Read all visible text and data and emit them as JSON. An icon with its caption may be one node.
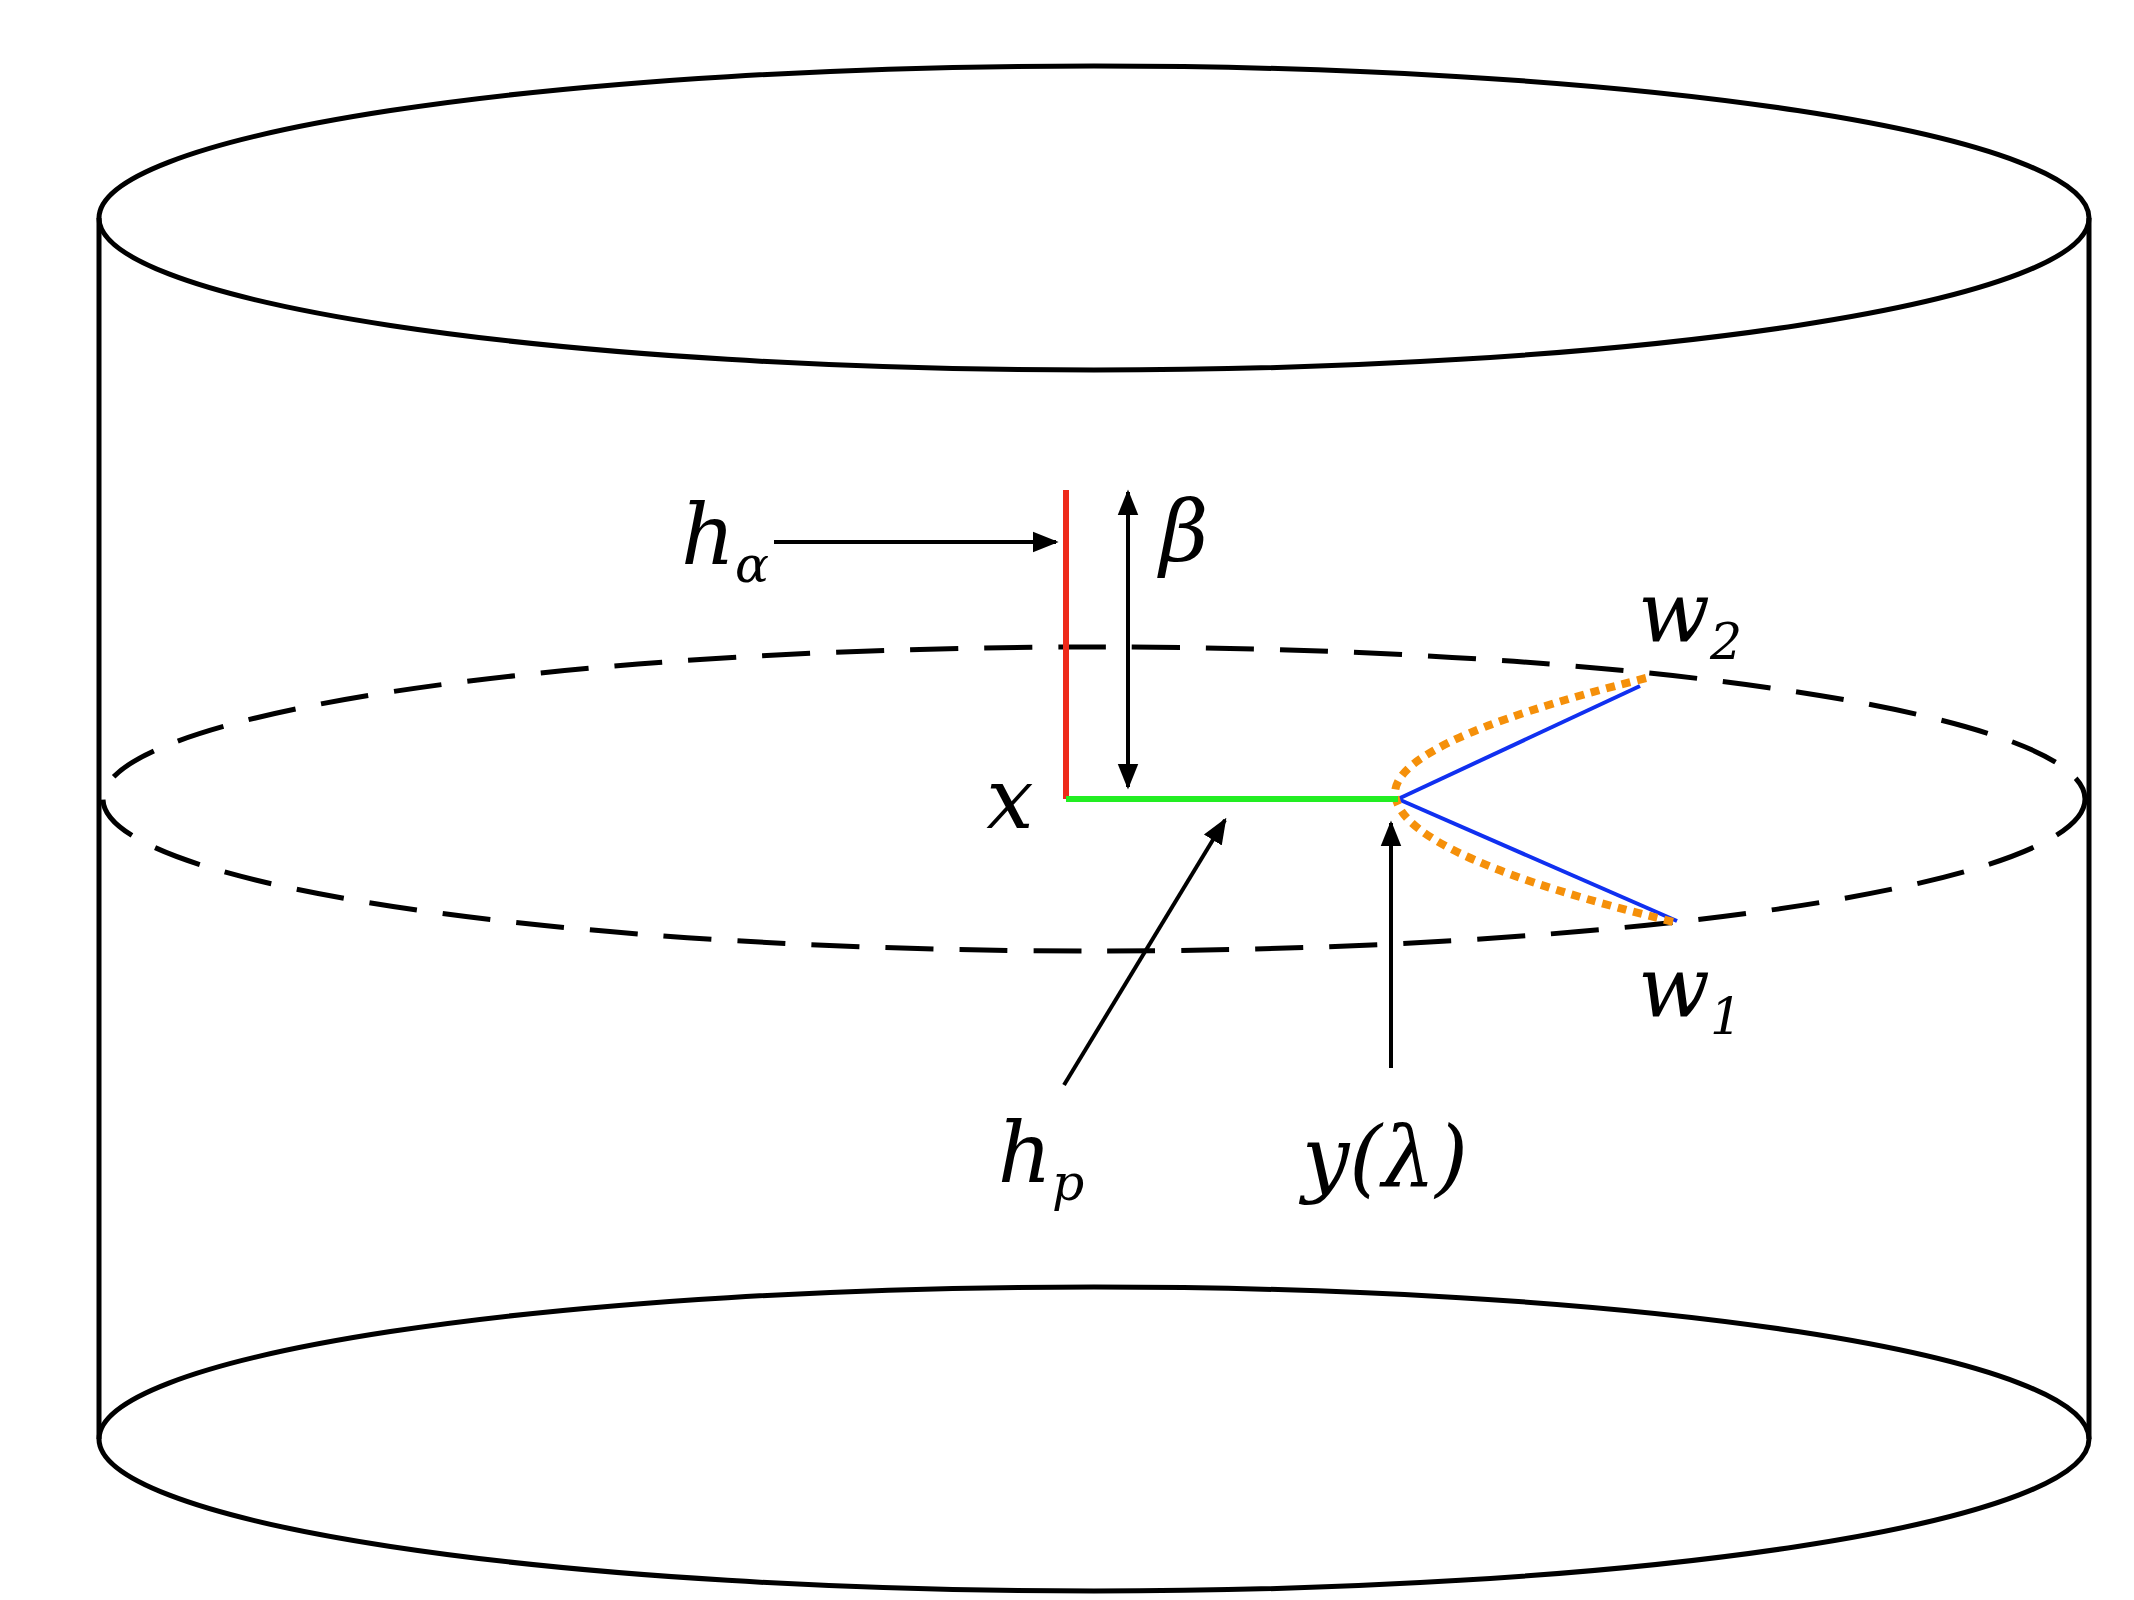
{
  "diagram": {
    "nodes": [
      {
        "text": [
          "h$_{α}$"
        ]
      },
      {
        "text": [],
        "shape": "line"
      },
      {
        "text": [
          "h$_{p}$"
        ]
      },
      {
        "text": [],
        "shape": "line"
      },
      {
        "text": [
          "y(λ)"
        ]
      }
    ],
    "edges": [
      {
        "from": 0,
        "to": 1,
        "arrow": "to"
      },
      {
        "from": 2,
        "to": 3,
        "arrow": "to"
      },
      {
        "from": 4,
        "to": 3,
        "arrow": "to"
      }
    ],
    "labels": [
      "β",
      "w$_{2}$",
      "x",
      "w$_{1}$"
    ]
  }
}
